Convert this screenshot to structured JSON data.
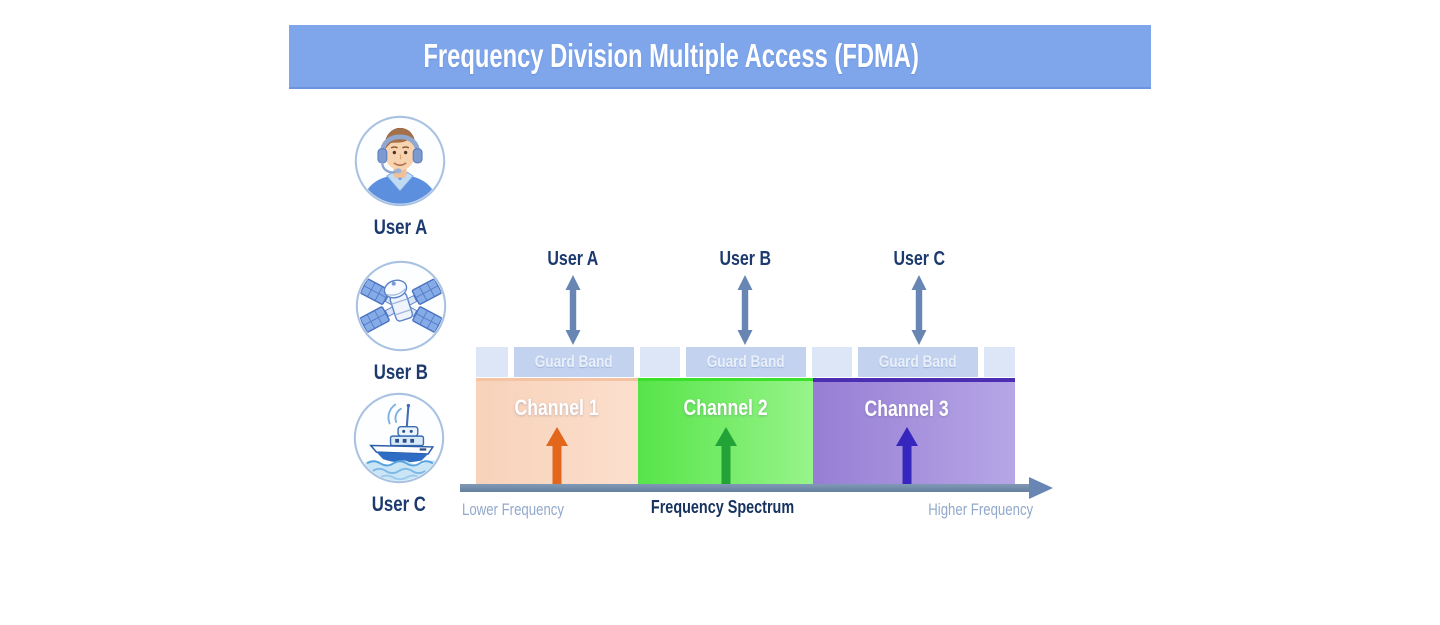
{
  "title": "Frequency Division Multiple Access (FDMA)",
  "legend": {
    "users": [
      {
        "label": "User A",
        "icon": "headset-operator-icon"
      },
      {
        "label": "User B",
        "icon": "satellite-icon"
      },
      {
        "label": "User C",
        "icon": "ship-icon"
      }
    ]
  },
  "diagram": {
    "pointers": [
      {
        "label": "User A"
      },
      {
        "label": "User B"
      },
      {
        "label": "User C"
      }
    ],
    "guard_band_label": "Guard Band",
    "channels": [
      {
        "label": "Channel 1",
        "fill": "#F8D2BA",
        "arrow_color": "#E2661C"
      },
      {
        "label": "Channel 2",
        "fill": "#6FE95F",
        "arrow_color": "#23A337"
      },
      {
        "label": "Channel 3",
        "fill": "#A38CDA",
        "arrow_color": "#3726BE"
      }
    ],
    "axis": {
      "left_label": "Lower Frequency",
      "center_label": "Frequency Spectrum",
      "right_label": "Higher Frequency"
    }
  },
  "colors": {
    "banner_bg": "#7FA6EB",
    "title_text": "#FFFFFF",
    "label_navy": "#1C3A6E",
    "pointer_arrow": "#6886B4",
    "guard_band_strip": "#DCE6F7",
    "guard_band_box": "#C3D3EF",
    "guard_band_text": "#E9EFF9",
    "axis": "#6886B4",
    "axis_side_label": "#91A9CB",
    "axis_center_label": "#16325E"
  }
}
